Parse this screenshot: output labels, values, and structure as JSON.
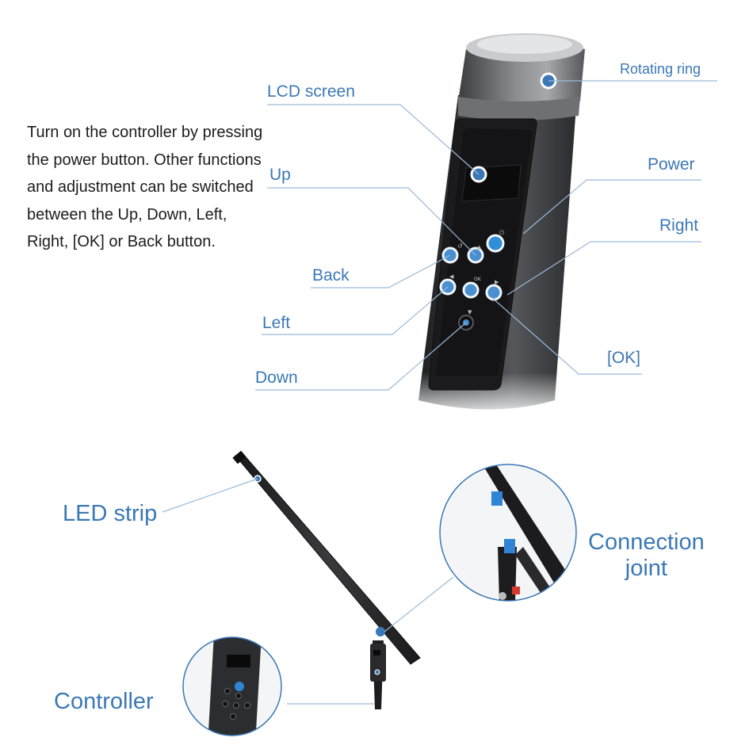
{
  "description": "Turn on the controller by pressing the power button. Other functions and adjustment can be switched between the Up, Down, Left, Right, [OK] or Back button.",
  "labels": {
    "rotating_ring": "Rotating ring",
    "lcd_screen": "LCD screen",
    "power": "Power",
    "up": "Up",
    "right": "Right",
    "back": "Back",
    "left": "Left",
    "ok": "[OK]",
    "down": "Down",
    "led_strip": "LED strip",
    "connection_joint_line1": "Connection",
    "connection_joint_line2": "joint",
    "controller": "Controller"
  },
  "button_glyphs": {
    "ok": "OK"
  },
  "colors": {
    "accent": "#3b78b5",
    "leader": "#9bbad8",
    "body_dark": "#2a2b2d",
    "text": "#1c1c1c"
  }
}
